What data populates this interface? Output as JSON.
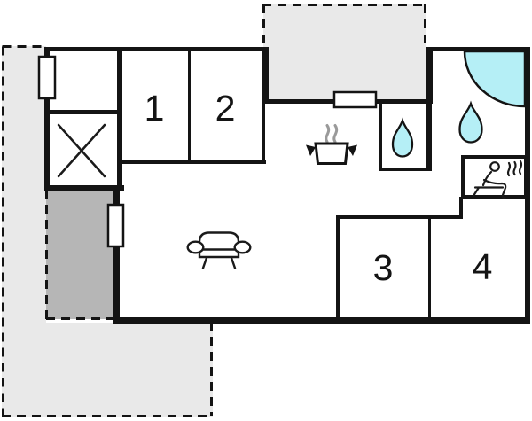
{
  "plan": {
    "type": "house-floor-plan",
    "rooms": [
      {
        "id": "room-1",
        "label": "1"
      },
      {
        "id": "room-2",
        "label": "2"
      },
      {
        "id": "room-3",
        "label": "3"
      },
      {
        "id": "room-4",
        "label": "4"
      }
    ],
    "features": {
      "closet_icon": "cross-x",
      "kitchen_icon": "cooking-pot-with-steam",
      "living_icon": "sofa",
      "toilet_icon": "water-drop",
      "bathroom_icons": "water-drop, corner-shower",
      "sauna_icon": "person-on-sauna-bench-with-steam",
      "window_count": "3",
      "terrace_count": "2"
    },
    "colors": {
      "wall": "#141414",
      "terrace": "#e9e9e9",
      "porch": "#b6b6b6",
      "water": "#b5eff6",
      "steam": "#9a9a9a",
      "floor": "#ffffff",
      "icon_stroke": "#1a1a1a"
    }
  }
}
